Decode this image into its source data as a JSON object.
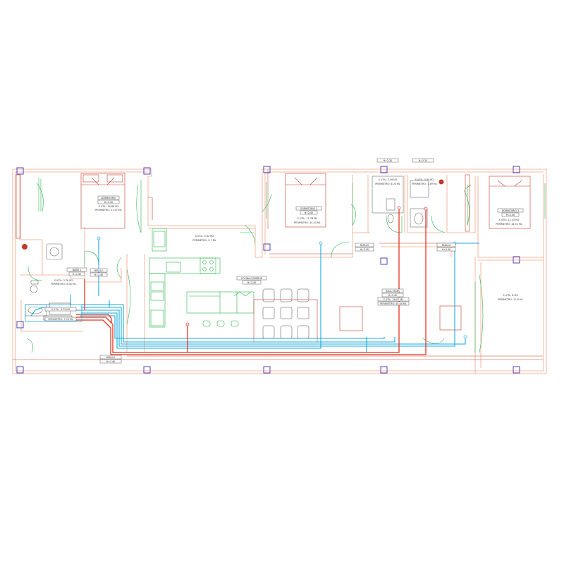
{
  "colors": {
    "wall": "#f3a58a",
    "wall_inner": "#f7c6b2",
    "furniture": "#c03a2b",
    "green": "#29b34a",
    "cyan": "#1aa9dd",
    "red": "#e8321e",
    "column": "#3b2fb0",
    "grey": "#8a8a8a",
    "fixture": "#6a6a6a"
  },
  "rooms": [
    {
      "id": "dormitorio-1",
      "name": "DORMITORIO",
      "height": "H=2.40",
      "area": "S UTIL: 16.88 M2",
      "perimeter": "PERIMETRO: 21.97 ML"
    },
    {
      "id": "bano-1",
      "name": "BAÑO 1",
      "height": "H=2.40",
      "area": "S UTIL: 3.78 M2",
      "perimeter": "PERIMETRO: 9.04 ML"
    },
    {
      "id": "pasillo-1",
      "name": "PASILLO",
      "height": "H=2.40"
    },
    {
      "id": "lavadero",
      "area": "S UTIL: 3.73 M2",
      "perimeter": "PERIMETRO: 7.76 ML"
    },
    {
      "id": "cocina",
      "area": "S UTIL: 5.42 M2",
      "perimeter": "PERIMETRO: 9.7 ML"
    },
    {
      "id": "cocina-comedor",
      "name": "COCINA-COMEDOR",
      "height": "H=2.40"
    },
    {
      "id": "dormitorio-2",
      "name": "DORMITORIO 2",
      "height": "H=2.40",
      "area": "S UTIL: 11.78 M2",
      "perimeter": "PERIMETRO: 14.43 ML"
    },
    {
      "id": "bano-2",
      "area": "S UTIL: 2.09 M2",
      "perimeter": "PERIMETRO: 6.00 ML"
    },
    {
      "id": "bano-3",
      "area": "S UTIL: 3.99 M2",
      "perimeter": "PERIMETRO: 7.59 ML"
    },
    {
      "id": "dormitorio-3",
      "name": "DORMITORIO 3",
      "height": "H=2.40",
      "area": "S UTIL: 12.43 M2",
      "perimeter": "PERIMETRO: 16.91 ML"
    },
    {
      "id": "pasillo-2",
      "name": "PASILLO",
      "height": "H=2.40"
    },
    {
      "id": "pasillo-3",
      "name": "PASILLO",
      "height": "H=2.40"
    },
    {
      "id": "salon",
      "name": "SALA ESTAR",
      "height": "H=2.40",
      "area": "S UTIL: 26.07 M2",
      "perimeter": "PERIMETRO: 40.44 ML"
    },
    {
      "id": "terraza",
      "area": "S UTIL: 8 M2",
      "perimeter": "PERIMETRO: 11.8 ML"
    },
    {
      "id": "pasillo-4",
      "name": "PASILLO",
      "height": "H=2.40"
    }
  ],
  "top_tags": [
    "H=2.20",
    "H=2.20"
  ]
}
